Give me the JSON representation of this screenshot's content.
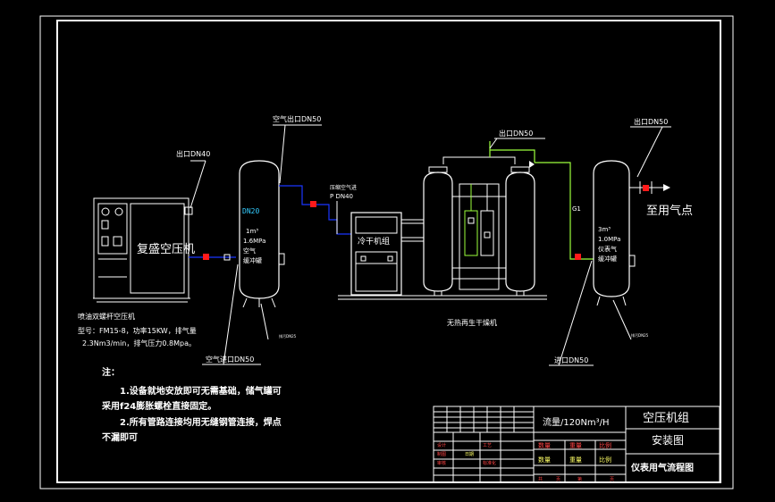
{
  "colors": {
    "background": "#000000",
    "border": "#ffffff",
    "air_pipe": "#1a35ff",
    "dry_pipe": "#9cff3c",
    "valve": "#ff1a1a",
    "accent_cyan": "#33ccff",
    "title_yellow": "#ffff66",
    "title_red": "#ff4444",
    "tank_fill": "#202020"
  },
  "labels": {
    "out_dn40": "出口DN40",
    "air_out_dn50": "空气出口DN50",
    "dryer_out_dn50": "出口DN50",
    "tank2_out_dn50": "出口DN50",
    "to_use_point": "至用气点",
    "compressor": "复盛空压机",
    "compressor_desc1": "喷油双螺杆空压机",
    "compressor_desc2": "型号：FM15-8，功率15KW，排气量",
    "compressor_desc3": "2.3Nm3/min，排气压力0.8Mpa。",
    "tank1_title": "1m³",
    "tank1_pressure": "1.6MPa",
    "tank1_line1": "空气",
    "tank1_line2": "缓冲罐",
    "tank2_title": "3m³",
    "tank2_pressure": "1.0MPa",
    "tank2_line1": "仪表气",
    "tank2_line2": "缓冲罐",
    "compressed_air": "压缩空气进",
    "dn40_b": "P DN40",
    "chiller": "冷干机组",
    "dryer": "无热再生干燥机",
    "g1": "G1",
    "air_in_dn50": "空气进口DN50",
    "in_dn50": "进口DN50",
    "drain1": "排污DN25",
    "drain2": "排污DN25",
    "dn_hdr": "DN20"
  },
  "notes": {
    "title": "注：",
    "line1": "1.设备就地安放即可无需基础，储气罐可",
    "line2": "采用f24膨胀螺栓直接固定。",
    "line3": "2.所有管路连接均用无缝钢管连接，焊点",
    "line4": "不漏即可"
  },
  "title_block": {
    "flow": "流量/120Nm³/H",
    "name": "空压机组",
    "drawing_type": "安装图",
    "drawing_title": "仪表用气流程图",
    "design": "设计",
    "standard": "标准化",
    "check": "审核",
    "draw": "制图",
    "date": "日期",
    "process": "工艺",
    "qty_h": "数量",
    "weight_h": "重量",
    "scale_h": "比例",
    "total": "共",
    "sheet": "页",
    "no": "第",
    "page": "页"
  }
}
